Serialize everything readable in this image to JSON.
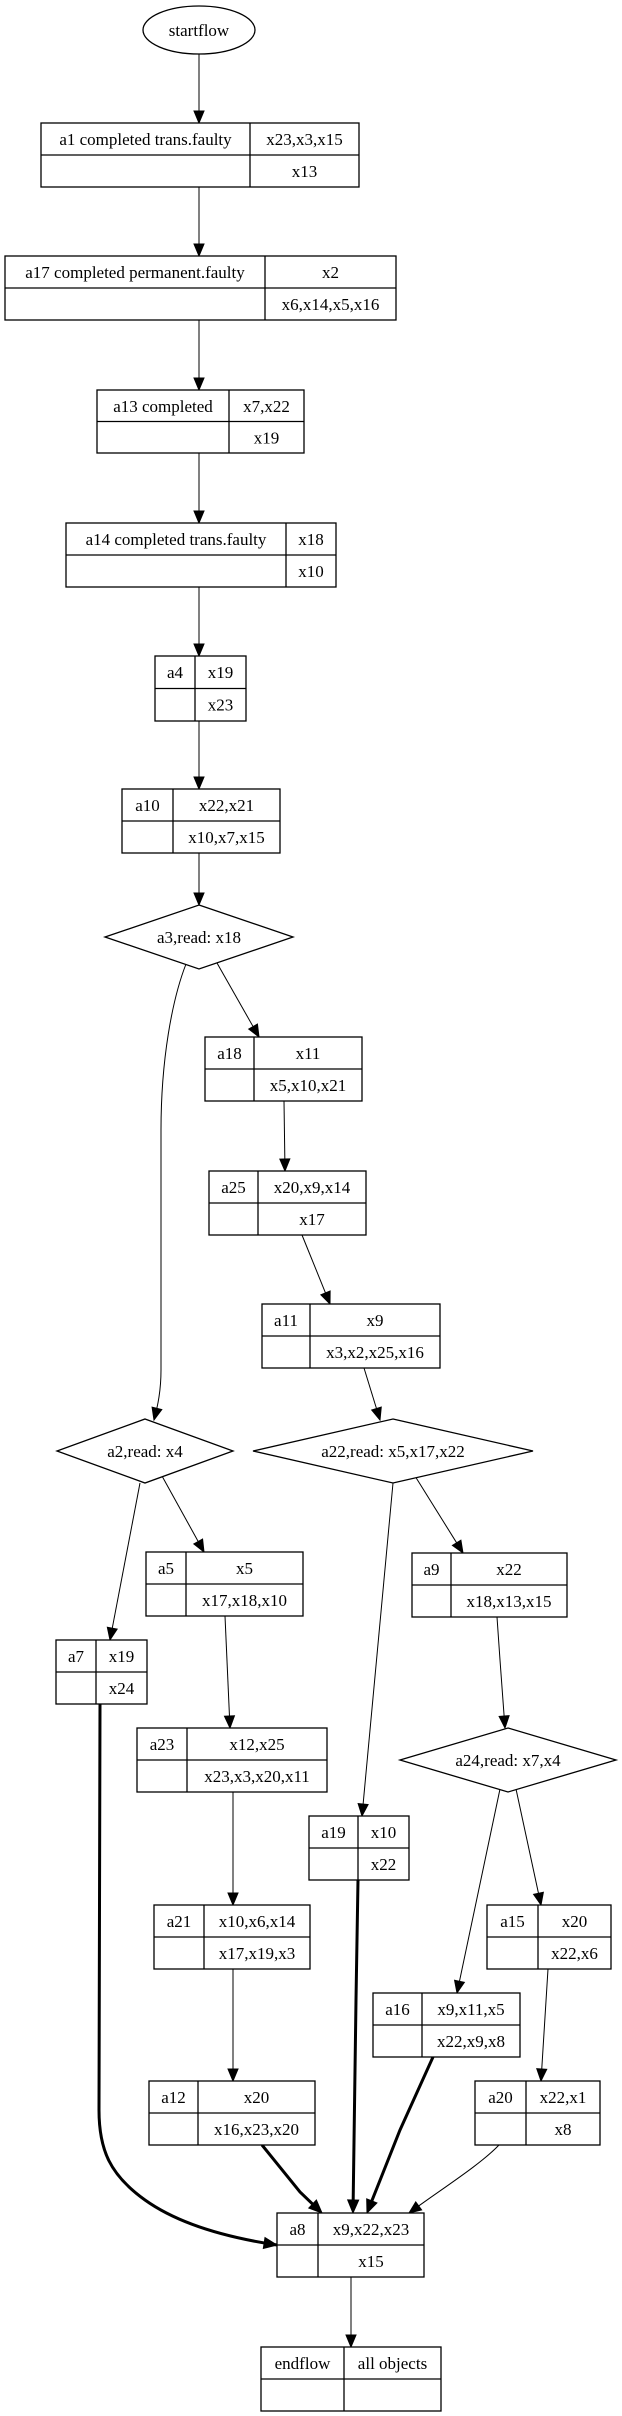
{
  "diagram": {
    "type": "flowchart",
    "start": {
      "id": "startflow",
      "label": "startflow",
      "shape": "ellipse"
    },
    "nodes": [
      {
        "id": "a1",
        "label": "a1  completed trans.faulty",
        "top_right": "x23,x3,x15",
        "bottom_right": "x13"
      },
      {
        "id": "a17",
        "label": "a17  completed permanent.faulty",
        "top_right": "x2",
        "bottom_right": "x6,x14,x5,x16"
      },
      {
        "id": "a13",
        "label": "a13  completed",
        "top_right": "x7,x22",
        "bottom_right": "x19"
      },
      {
        "id": "a14",
        "label": "a14  completed trans.faulty",
        "top_right": "x18",
        "bottom_right": "x10"
      },
      {
        "id": "a4",
        "label": "a4",
        "top_right": "x19",
        "bottom_right": "x23"
      },
      {
        "id": "a10",
        "label": "a10",
        "top_right": "x22,x21",
        "bottom_right": "x10,x7,x15"
      },
      {
        "id": "a18",
        "label": "a18",
        "top_right": "x11",
        "bottom_right": "x5,x10,x21"
      },
      {
        "id": "a25",
        "label": "a25",
        "top_right": "x20,x9,x14",
        "bottom_right": "x17"
      },
      {
        "id": "a11",
        "label": "a11",
        "top_right": "x9",
        "bottom_right": "x3,x2,x25,x16"
      },
      {
        "id": "a5",
        "label": "a5",
        "top_right": "x5",
        "bottom_right": "x17,x18,x10"
      },
      {
        "id": "a9",
        "label": "a9",
        "top_right": "x22",
        "bottom_right": "x18,x13,x15"
      },
      {
        "id": "a7",
        "label": "a7",
        "top_right": "x19",
        "bottom_right": "x24"
      },
      {
        "id": "a23",
        "label": "a23",
        "top_right": "x12,x25",
        "bottom_right": "x23,x3,x20,x11"
      },
      {
        "id": "a19",
        "label": "a19",
        "top_right": "x10",
        "bottom_right": "x22"
      },
      {
        "id": "a21",
        "label": "a21",
        "top_right": "x10,x6,x14",
        "bottom_right": "x17,x19,x3"
      },
      {
        "id": "a15",
        "label": "a15",
        "top_right": "x20",
        "bottom_right": "x22,x6"
      },
      {
        "id": "a16",
        "label": "a16",
        "top_right": "x9,x11,x5",
        "bottom_right": "x22,x9,x8"
      },
      {
        "id": "a12",
        "label": "a12",
        "top_right": "x20",
        "bottom_right": "x16,x23,x20"
      },
      {
        "id": "a20",
        "label": "a20",
        "top_right": "x22,x1",
        "bottom_right": "x8"
      },
      {
        "id": "a8",
        "label": "a8",
        "top_right": "x9,x22,x23",
        "bottom_right": "x15"
      },
      {
        "id": "endflow",
        "label": "endflow",
        "top_right": "all objects",
        "bottom_right": ""
      }
    ],
    "decisions": [
      {
        "id": "a3",
        "label": "a3,read: x18"
      },
      {
        "id": "a2",
        "label": "a2,read: x4"
      },
      {
        "id": "a22",
        "label": "a22,read: x5,x17,x22"
      },
      {
        "id": "a24",
        "label": "a24,read: x7,x4"
      }
    ],
    "edges": [
      {
        "from": "startflow",
        "to": "a1",
        "bold": false
      },
      {
        "from": "a1",
        "to": "a17",
        "bold": false
      },
      {
        "from": "a17",
        "to": "a13",
        "bold": false
      },
      {
        "from": "a13",
        "to": "a14",
        "bold": false
      },
      {
        "from": "a14",
        "to": "a4",
        "bold": false
      },
      {
        "from": "a4",
        "to": "a10",
        "bold": false
      },
      {
        "from": "a10",
        "to": "a3",
        "bold": false
      },
      {
        "from": "a3",
        "to": "a18",
        "bold": false
      },
      {
        "from": "a3",
        "to": "a2",
        "bold": false
      },
      {
        "from": "a18",
        "to": "a25",
        "bold": false
      },
      {
        "from": "a25",
        "to": "a11",
        "bold": false
      },
      {
        "from": "a11",
        "to": "a22",
        "bold": false
      },
      {
        "from": "a2",
        "to": "a7",
        "bold": false
      },
      {
        "from": "a2",
        "to": "a5",
        "bold": false
      },
      {
        "from": "a22",
        "to": "a19",
        "bold": false
      },
      {
        "from": "a22",
        "to": "a9",
        "bold": false
      },
      {
        "from": "a5",
        "to": "a23",
        "bold": false
      },
      {
        "from": "a9",
        "to": "a24",
        "bold": false
      },
      {
        "from": "a23",
        "to": "a21",
        "bold": false
      },
      {
        "from": "a24",
        "to": "a16",
        "bold": false
      },
      {
        "from": "a24",
        "to": "a15",
        "bold": false
      },
      {
        "from": "a21",
        "to": "a12",
        "bold": false
      },
      {
        "from": "a15",
        "to": "a20",
        "bold": false
      },
      {
        "from": "a7",
        "to": "a8",
        "bold": true
      },
      {
        "from": "a12",
        "to": "a8",
        "bold": true
      },
      {
        "from": "a19",
        "to": "a8",
        "bold": true
      },
      {
        "from": "a16",
        "to": "a8",
        "bold": true
      },
      {
        "from": "a20",
        "to": "a8",
        "bold": false
      },
      {
        "from": "a8",
        "to": "endflow",
        "bold": false
      }
    ]
  }
}
